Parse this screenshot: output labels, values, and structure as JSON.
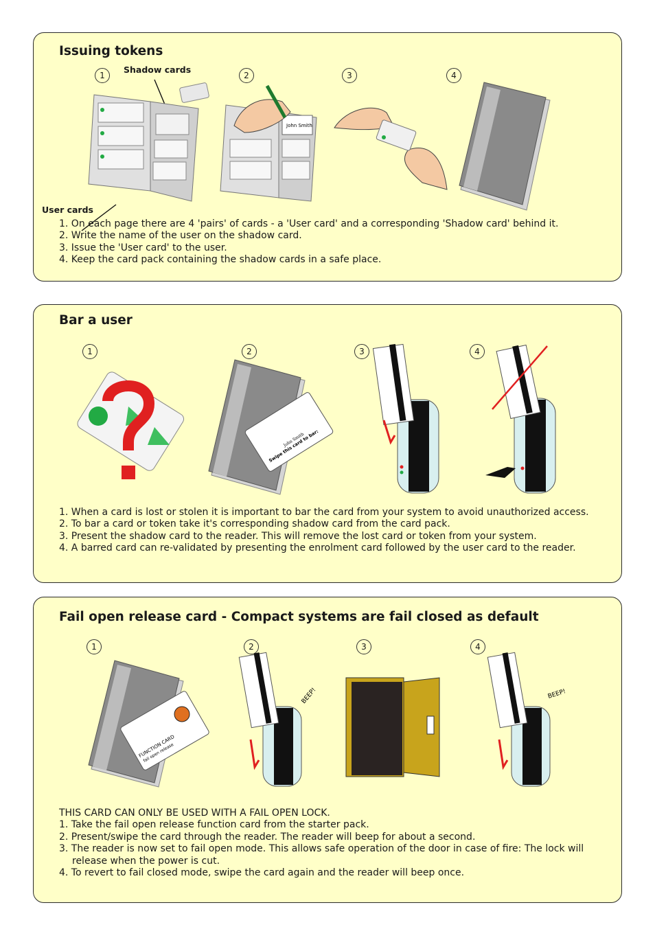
{
  "section1": {
    "title": "Issuing tokens",
    "steps": [
      "1",
      "2",
      "3",
      "4"
    ],
    "labels": {
      "shadow_cards": "Shadow cards",
      "user_cards": "User cards"
    },
    "illustration_text": {
      "name_written": "John Smith"
    },
    "instructions": [
      "1. On each page there are 4 'pairs' of cards - a 'User card' and a corresponding 'Shadow card' behind it.",
      "2. Write the name of the user on the shadow card.",
      "3. Issue the 'User card' to the user.",
      "4. Keep the card pack containing the shadow cards in a safe place."
    ]
  },
  "section2": {
    "title": "Bar a user",
    "steps": [
      "1",
      "2",
      "3",
      "4"
    ],
    "illustration_text": {
      "shadow_card_heading": "Swipe this card to bar:",
      "shadow_card_name": "John Smith"
    },
    "instructions": [
      "1. When a card is lost or stolen it is important to bar the card from your system to avoid unauthorized access.",
      "2. To bar a card or token take it's corresponding shadow card from the card pack.",
      "3. Present the shadow card to the reader. This will remove the lost card or token from your system.",
      "4. A barred card can re-validated by presenting the enrolment card followed by the user card to the reader."
    ]
  },
  "section3": {
    "title": "Fail open release card - Compact systems are fail closed as default",
    "steps": [
      "1",
      "2",
      "3",
      "4"
    ],
    "illustration_text": {
      "function_card": "FUNCTION CARD",
      "function_card_sub": "fail open release",
      "beep_2": "BEEP!",
      "beep_4": "BEEP!"
    },
    "instructions": [
      "THIS CARD CAN ONLY BE USED WITH A FAIL OPEN LOCK.",
      "1. Take the fail open release function card from the starter pack.",
      "2. Present/swipe the card through the reader. The reader will beep for about a second.",
      "3. The reader is now set to fail open mode. This allows safe operation of the door in case of fire: The lock will release when the power is cut.",
      "4. To revert to fail closed mode, swipe the card again and the reader will beep once."
    ]
  },
  "colors": {
    "panel_bg": "#ffffc8",
    "border": "#2a2a2a",
    "accent_red": "#e02020",
    "card_green": "#22aa44",
    "door_gold": "#c8a41c"
  }
}
